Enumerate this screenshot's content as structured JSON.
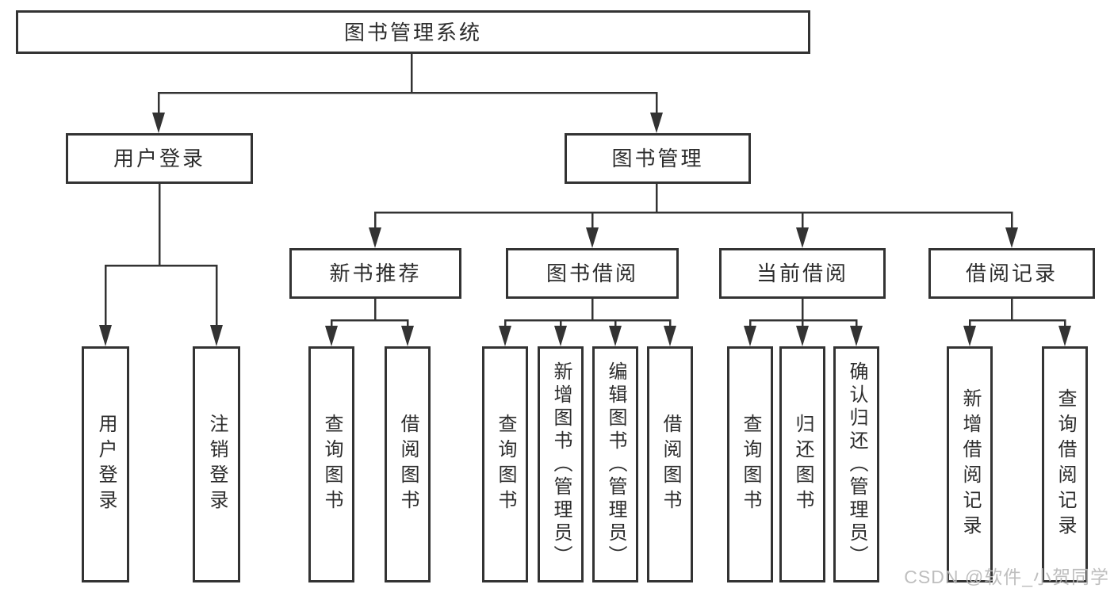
{
  "colors": {
    "line": "#333333",
    "text": "#2d2d2d",
    "background": "#ffffff",
    "watermark": "#b8b8b8"
  },
  "watermark": "CSDN @软件_小贺同学",
  "tree": {
    "label": "图书管理系统",
    "children": [
      {
        "label": "用户登录",
        "children": [
          {
            "label": "用户登录"
          },
          {
            "label": "注销登录"
          }
        ]
      },
      {
        "label": "图书管理",
        "children": [
          {
            "label": "新书推荐",
            "children": [
              {
                "label": "查询图书"
              },
              {
                "label": "借阅图书"
              }
            ]
          },
          {
            "label": "图书借阅",
            "children": [
              {
                "label": "查询图书"
              },
              {
                "label": "新增图书（管理员）"
              },
              {
                "label": "编辑图书（管理员）"
              },
              {
                "label": "借阅图书"
              }
            ]
          },
          {
            "label": "当前借阅",
            "children": [
              {
                "label": "查询图书"
              },
              {
                "label": "归还图书"
              },
              {
                "label": "确认归还（管理员）"
              }
            ]
          },
          {
            "label": "借阅记录",
            "children": [
              {
                "label": "新增借阅记录"
              },
              {
                "label": "查询借阅记录"
              }
            ]
          }
        ]
      }
    ]
  }
}
